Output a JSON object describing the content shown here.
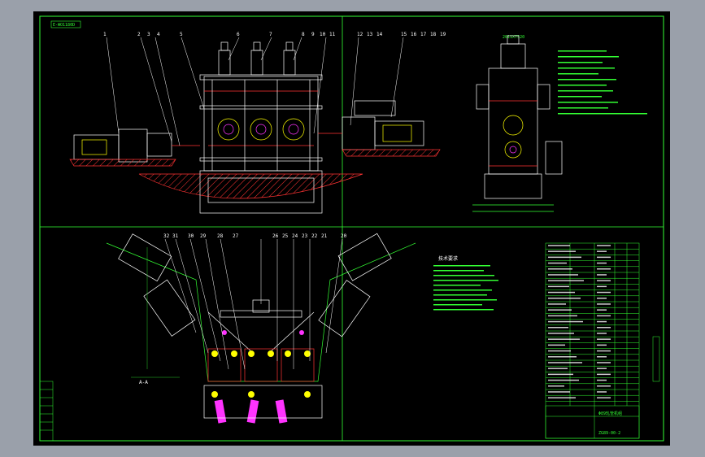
{
  "colors": {
    "background": "#9aa0aa",
    "canvas": "#000000",
    "frame": "#33ff33",
    "parts": "#ffffff",
    "accent_red": "#ff3333",
    "accent_magenta": "#ff33ff",
    "accent_yellow": "#ffff00",
    "accent_cyan": "#00ffff"
  },
  "drawing": {
    "view_label_top": "E-WO1180D",
    "view_label_right": "2011X7520",
    "balloons_top_left": [
      "1",
      "2",
      "3",
      "4",
      "5",
      "6",
      "7",
      "8",
      "9",
      "10",
      "11"
    ],
    "balloons_top_right": [
      "12",
      "13",
      "14",
      "15",
      "16",
      "17",
      "18",
      "19"
    ],
    "balloons_bottom": [
      "32",
      "31",
      "30",
      "29",
      "28",
      "27",
      "26",
      "25",
      "24",
      "23",
      "22",
      "21",
      "20"
    ],
    "section_label": "A-A",
    "tech_req_title": "技术要求",
    "title_block_product": "Φ89轧管机组",
    "title_block_drawing_no": "ZG89-00-2"
  }
}
